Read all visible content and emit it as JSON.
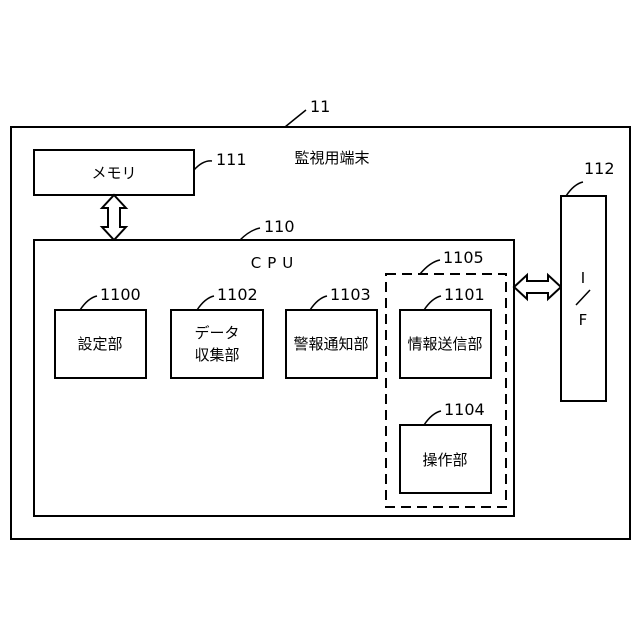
{
  "terminal": {
    "ref": "11",
    "title": "監視用端末"
  },
  "memory": {
    "ref": "111",
    "label": "メモリ"
  },
  "cpu": {
    "ref": "110",
    "label": "CPU"
  },
  "interface": {
    "ref": "112",
    "label_top": "I",
    "label_bottom": "F"
  },
  "units": {
    "settings": {
      "ref": "1100",
      "label": "設定部"
    },
    "data_collection": {
      "ref": "1102",
      "line1": "データ",
      "line2": "収集部"
    },
    "alarm_notification": {
      "ref": "1103",
      "label": "警報通知部"
    },
    "group": {
      "ref": "1105"
    },
    "info_transmission": {
      "ref": "1101",
      "label": "情報送信部"
    },
    "operation": {
      "ref": "1104",
      "label": "操作部"
    }
  }
}
